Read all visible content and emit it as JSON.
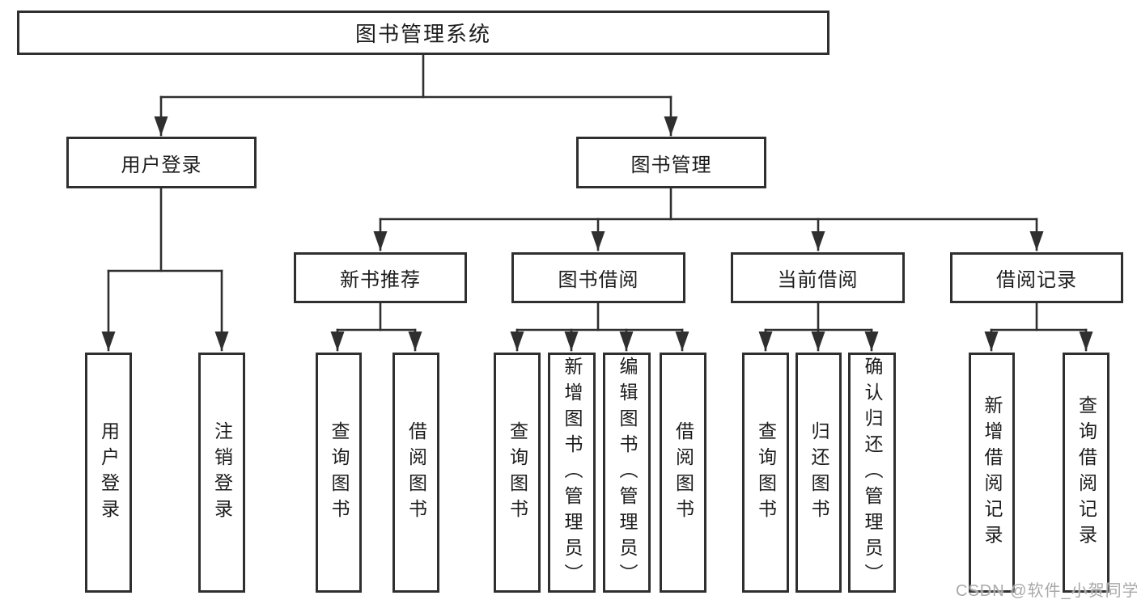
{
  "diagram": {
    "title": "图书管理系统",
    "nodes": {
      "root": "图书管理系统",
      "userLogin": "用户登录",
      "bookMgmt": "图书管理",
      "newBook": "新书推荐",
      "bookBorrow": "图书借阅",
      "currentBorrow": "当前借阅",
      "borrowRecords": "借阅记录"
    },
    "leaves": {
      "userLogin": "用户登录",
      "logout": "注销登录",
      "nbQuery": "查询图书",
      "nbBorrow": "借阅图书",
      "bbQuery": "查询图书",
      "bbAdd": "新增图书（管理员）",
      "bbEdit": "编辑图书（管理员）",
      "bbBorrow": "借阅图书",
      "cbQuery": "查询图书",
      "cbReturn": "归还图书",
      "cbConfirm": "确认归还（管理员）",
      "brAdd": "新增借阅记录",
      "brQuery": "查询借阅记录"
    }
  },
  "watermark": "CSDN @软件_小贺同学",
  "colors": {
    "line": "#2f2f2f",
    "boxBorder": "#2f2f2f",
    "boxFill": "#ffffff",
    "text": "#1c1c1c",
    "watermark": "#a9a9a9",
    "background": "#ffffff"
  }
}
